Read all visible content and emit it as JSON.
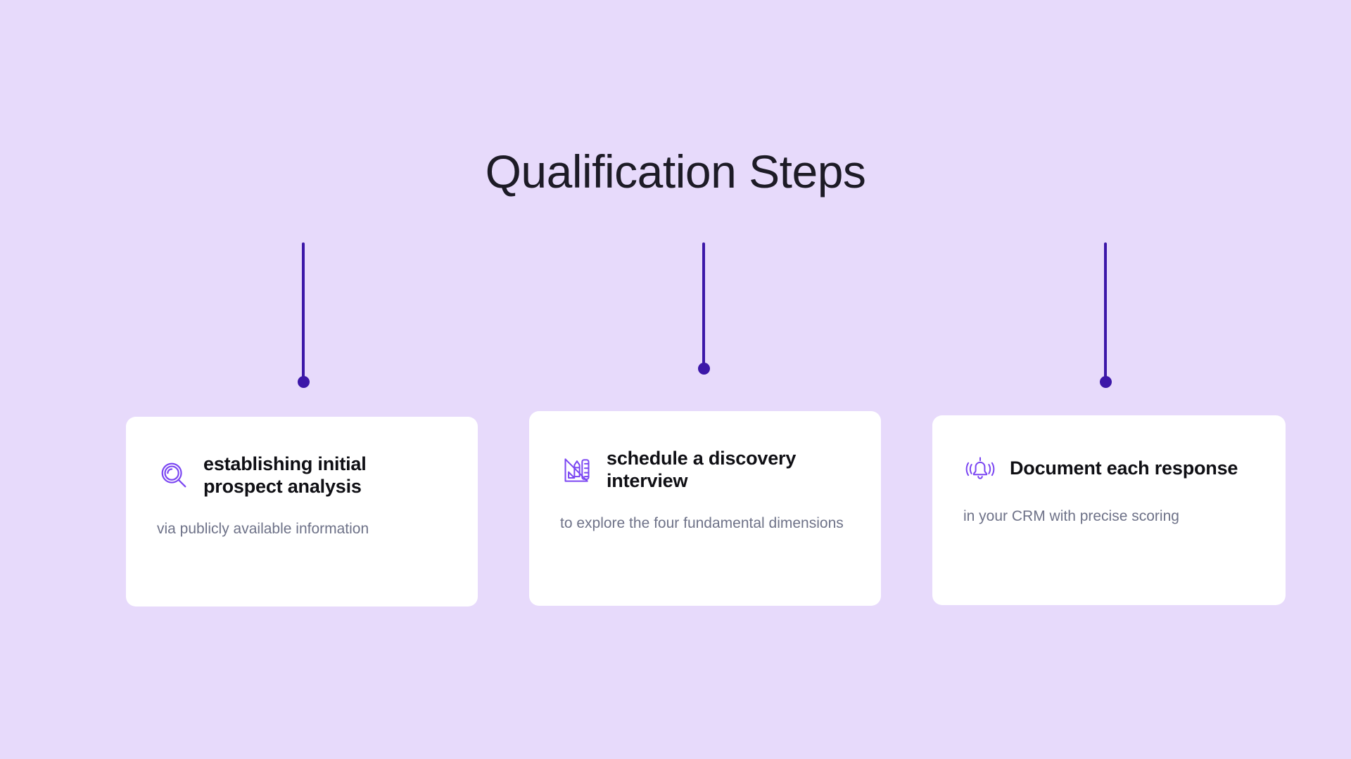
{
  "page": {
    "title": "Qualification Steps",
    "background_color": "#e7dafb",
    "title_color": "#1d1b26",
    "accent_color": "#7b46f2",
    "connector_color": "#3c17a8",
    "card_background": "#ffffff",
    "subtitle_color": "#6e7288"
  },
  "steps": [
    {
      "icon": "magnifier-icon",
      "title": "establishing initial prospect analysis",
      "subtitle": "via publicly available information"
    },
    {
      "icon": "drafting-tools-icon",
      "title": "schedule a discovery interview",
      "subtitle": "to explore the four fundamental dimensions"
    },
    {
      "icon": "ringing-bell-icon",
      "title": "Document each response",
      "subtitle": "in your CRM with precise scoring"
    }
  ]
}
